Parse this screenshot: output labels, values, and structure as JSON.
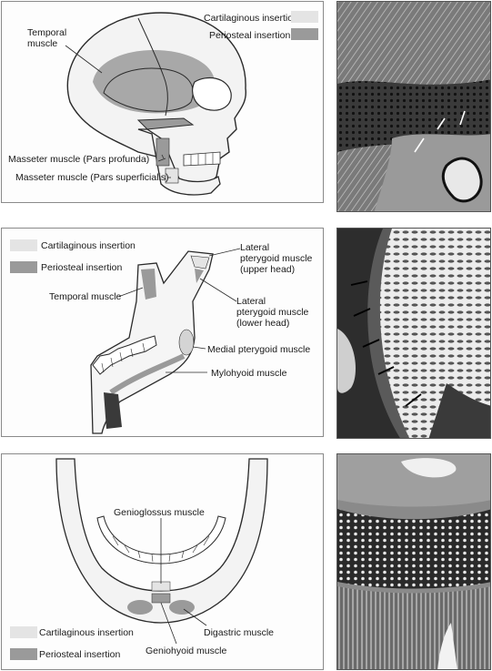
{
  "colors": {
    "cartilaginous": "#e4e4e4",
    "periosteal": "#9a9a9a",
    "bone_outline": "#2a2a2a",
    "photo_dark": "#2b2b2b"
  },
  "panel1": {
    "labels": {
      "temporal": "Temporal\nmuscle",
      "cart": "Cartilaginous insertion",
      "peri": "Periosteal insertion",
      "masseter_prof": "Masseter muscle (Pars profunda)",
      "masseter_sup": "Masseter muscle (Pars superficialis)"
    }
  },
  "panel2": {
    "labels": {
      "cart": "Cartilaginous insertion",
      "peri": "Periosteal insertion",
      "temporal": "Temporal muscle",
      "lat_upper": "Lateral\npterygoid muscle\n(upper head)",
      "lat_lower": "Lateral\npterygoid muscle\n(lower head)",
      "medial": "Medial pterygoid muscle",
      "mylohyoid": "Mylohyoid muscle"
    }
  },
  "panel3": {
    "labels": {
      "genioglossus": "Genioglossus muscle",
      "digastric": "Digastric muscle",
      "geniohyoid": "Geniohyoid muscle",
      "cart": "Cartilaginous insertion",
      "peri": "Periosteal insertion"
    }
  }
}
